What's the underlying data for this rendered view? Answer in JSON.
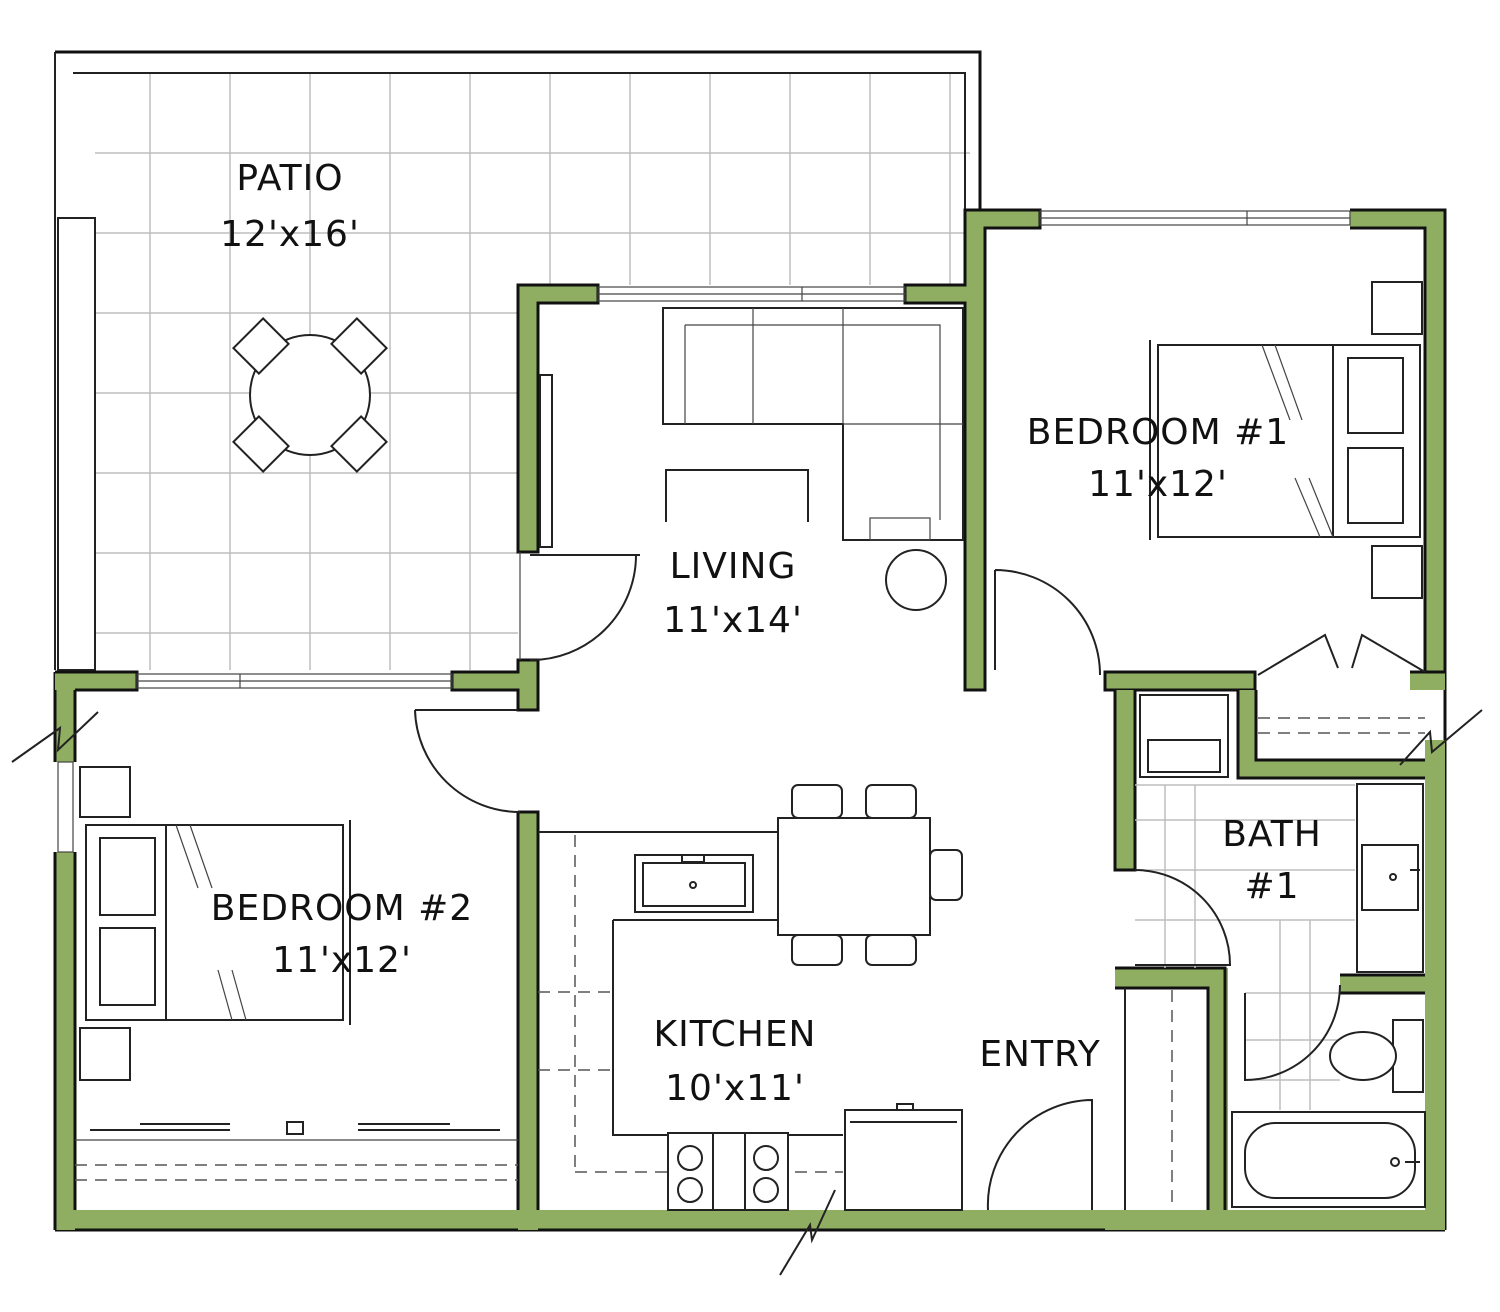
{
  "rooms": {
    "patio": {
      "name": "PATIO",
      "size": "12'x16'"
    },
    "living": {
      "name": "LIVING",
      "size": "11'x14'"
    },
    "bedroom1": {
      "name": "BEDROOM #1",
      "size": "11'x12'"
    },
    "bedroom2": {
      "name": "BEDROOM #2",
      "size": "11'x12'"
    },
    "kitchen": {
      "name": "KITCHEN",
      "size": "10'x11'"
    },
    "bath1": {
      "name": "BATH",
      "size": "#1"
    },
    "entry": {
      "name": "ENTRY"
    }
  },
  "colors": {
    "wall": "#8fae62",
    "outline": "#111111",
    "tile_grid": "#bdbdbd"
  }
}
